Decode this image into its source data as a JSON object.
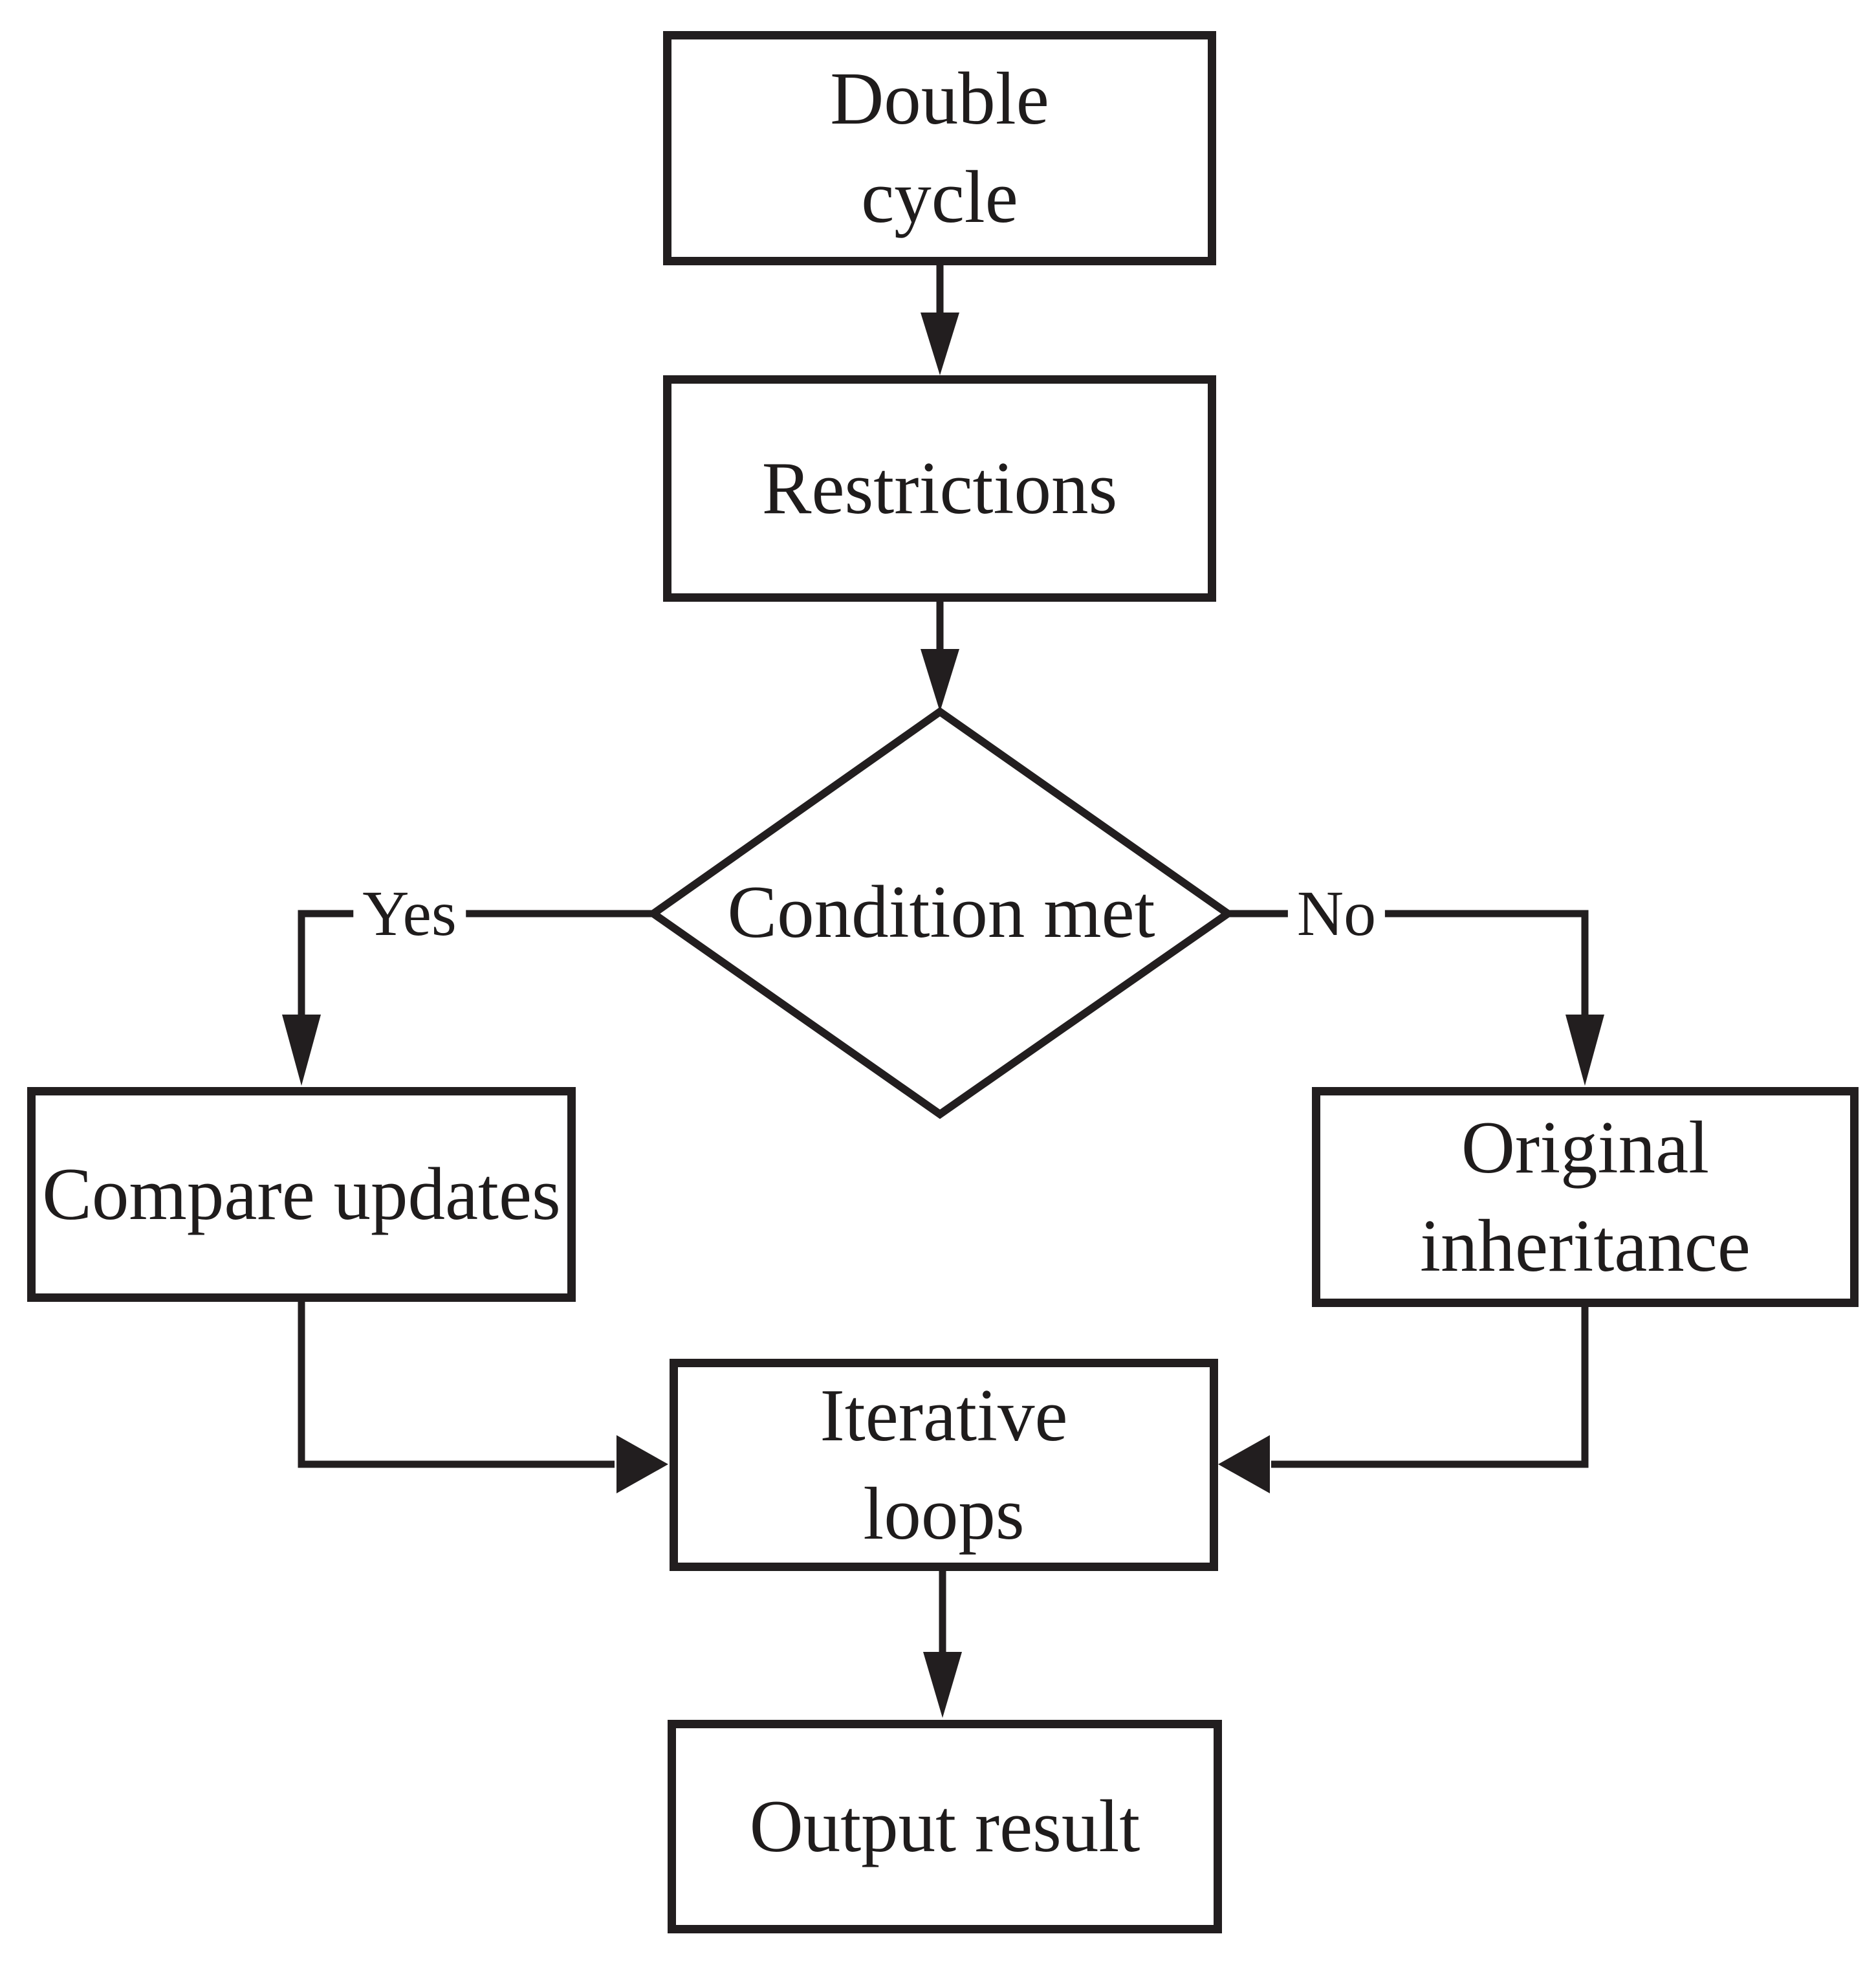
{
  "figure": {
    "background_color": "#ffffff",
    "stroke_color": "#221e1f",
    "text_color": "#1f1c1c"
  },
  "nodes": {
    "double_cycle": {
      "label": "Double\ncycle",
      "shape": "rectangle"
    },
    "restrictions": {
      "label": "Restrictions",
      "shape": "rectangle"
    },
    "condition_met": {
      "label": "Condition met",
      "shape": "diamond"
    },
    "compare_updates": {
      "label": "Compare updates",
      "shape": "rectangle"
    },
    "original_inheritance": {
      "label": "Original\ninheritance",
      "shape": "rectangle"
    },
    "iterative_loops": {
      "label": "Iterative\nloops",
      "shape": "rectangle"
    },
    "output_result": {
      "label": "Output result",
      "shape": "rectangle"
    }
  },
  "edge_labels": {
    "yes": "Yes",
    "no": "No"
  }
}
